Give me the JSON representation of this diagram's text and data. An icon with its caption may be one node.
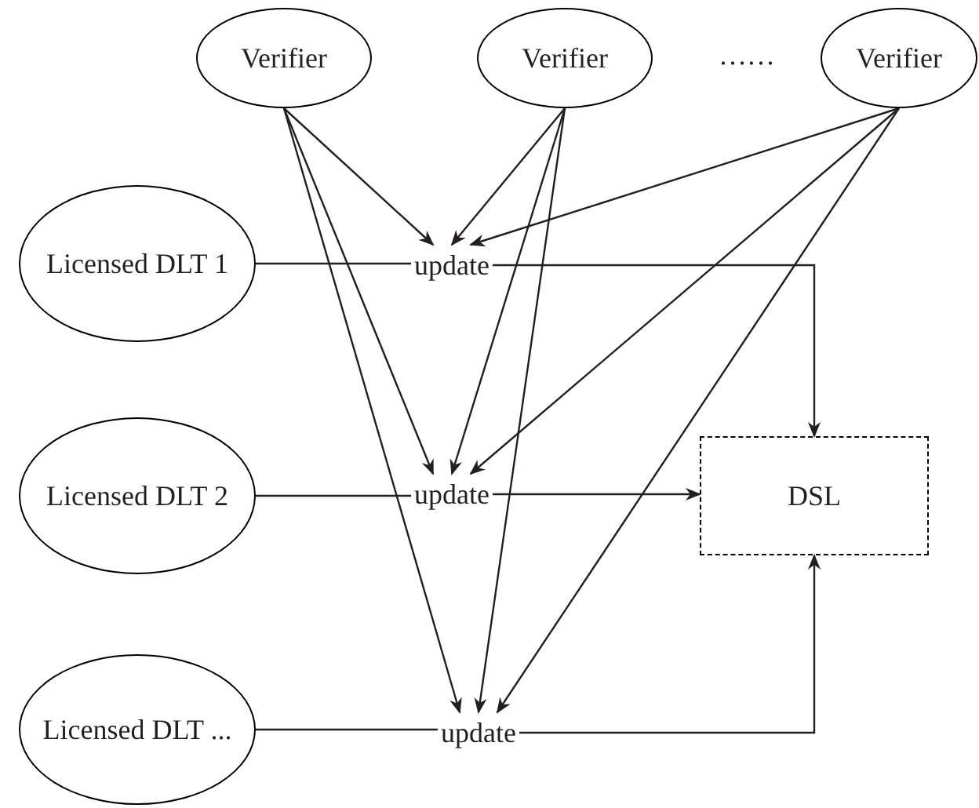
{
  "diagram": {
    "nodes": [
      {
        "text": [
          "Verifier"
        ]
      },
      {
        "text": [
          "Verifier"
        ]
      },
      {
        "text": [
          "Verifier"
        ]
      },
      {
        "text": [
          "Licensed DLT 1"
        ]
      },
      {
        "text": [
          "update"
        ]
      },
      {
        "text": [
          "Licensed DLT 2"
        ]
      },
      {
        "text": [
          "update"
        ]
      },
      {
        "text": [
          "DSL"
        ]
      },
      {
        "text": [
          "Licensed DLT ..."
        ]
      },
      {
        "text": [
          "update"
        ]
      }
    ],
    "edges": [
      {
        "from": 0,
        "to": 4,
        "arrow": "to"
      },
      {
        "from": 0,
        "to": 6,
        "arrow": "to"
      },
      {
        "from": 0,
        "to": 9,
        "arrow": "to"
      },
      {
        "from": 1,
        "to": 4,
        "arrow": "to"
      },
      {
        "from": 1,
        "to": 6,
        "arrow": "to"
      },
      {
        "from": 1,
        "to": 9,
        "arrow": "to"
      },
      {
        "from": 2,
        "to": 4,
        "arrow": "to"
      },
      {
        "from": 2,
        "to": 6,
        "arrow": "to"
      },
      {
        "from": 2,
        "to": 9,
        "arrow": "to"
      },
      {
        "from": 3,
        "to": 4,
        "arrow": "none"
      },
      {
        "from": 4,
        "to": 7,
        "arrow": "to"
      },
      {
        "from": 5,
        "to": 6,
        "arrow": "none"
      },
      {
        "from": 6,
        "to": 7,
        "arrow": "to"
      },
      {
        "from": 8,
        "to": 9,
        "arrow": "none"
      },
      {
        "from": 9,
        "to": 7,
        "arrow": "to"
      }
    ],
    "labels": [
      "……"
    ]
  }
}
